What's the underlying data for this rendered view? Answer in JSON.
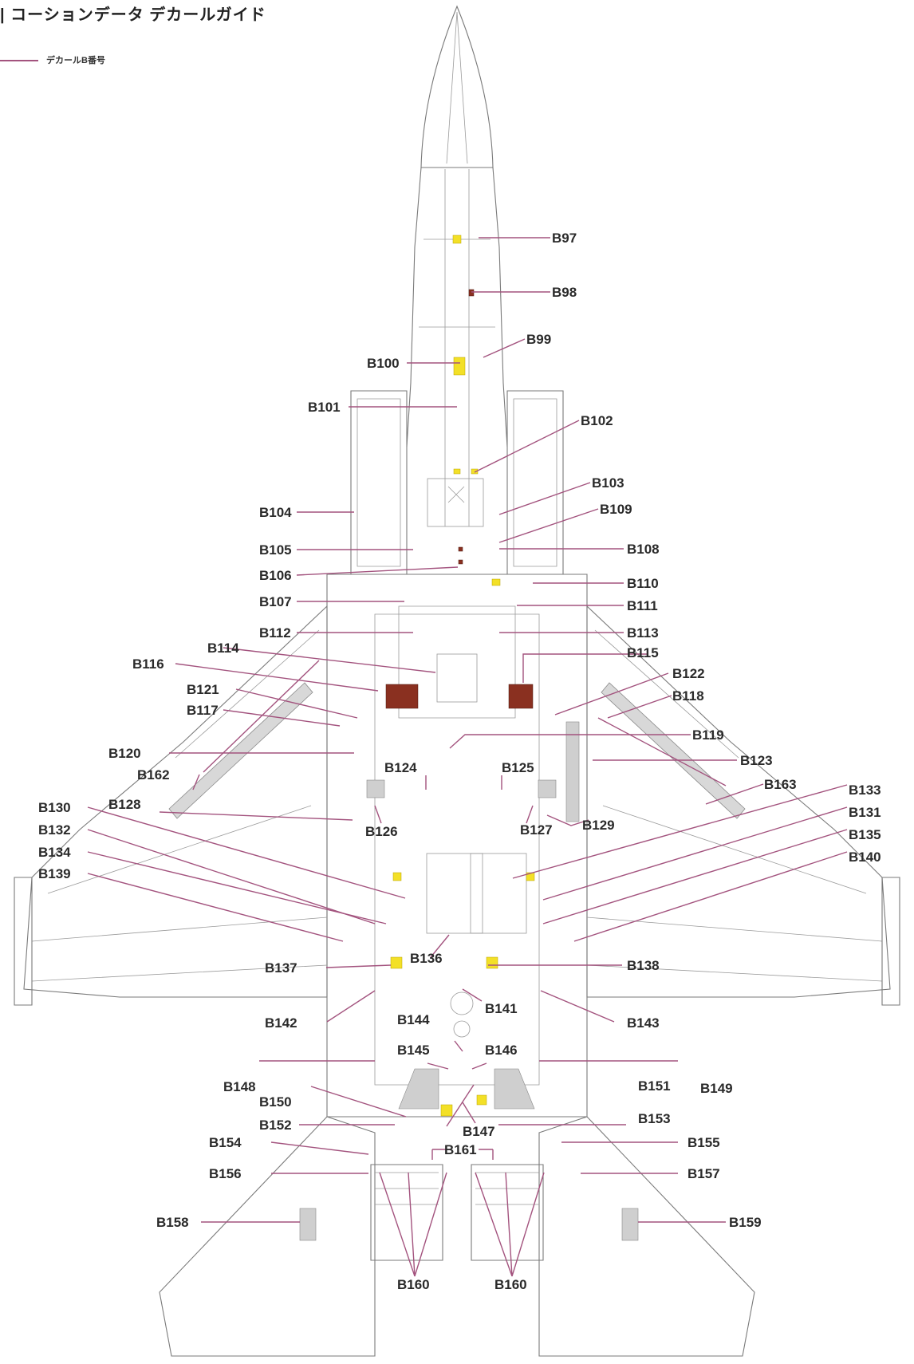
{
  "title": "| コーションデータ デカールガイド",
  "legend": {
    "label": "デカールB番号",
    "color": "#a3537e"
  },
  "callouts": [
    {
      "id": "B97",
      "label": "B97"
    },
    {
      "id": "B98",
      "label": "B98"
    },
    {
      "id": "B99",
      "label": "B99"
    },
    {
      "id": "B100",
      "label": "B100"
    },
    {
      "id": "B101",
      "label": "B101"
    },
    {
      "id": "B102",
      "label": "B102"
    },
    {
      "id": "B103",
      "label": "B103"
    },
    {
      "id": "B104",
      "label": "B104"
    },
    {
      "id": "B105",
      "label": "B105"
    },
    {
      "id": "B106",
      "label": "B106"
    },
    {
      "id": "B107",
      "label": "B107"
    },
    {
      "id": "B108",
      "label": "B108"
    },
    {
      "id": "B109",
      "label": "B109"
    },
    {
      "id": "B110",
      "label": "B110"
    },
    {
      "id": "B111",
      "label": "B111"
    },
    {
      "id": "B112",
      "label": "B112"
    },
    {
      "id": "B113",
      "label": "B113"
    },
    {
      "id": "B114",
      "label": "B114"
    },
    {
      "id": "B115",
      "label": "B115"
    },
    {
      "id": "B116",
      "label": "B116"
    },
    {
      "id": "B117",
      "label": "B117"
    },
    {
      "id": "B118",
      "label": "B118"
    },
    {
      "id": "B119",
      "label": "B119"
    },
    {
      "id": "B120",
      "label": "B120"
    },
    {
      "id": "B121",
      "label": "B121"
    },
    {
      "id": "B122",
      "label": "B122"
    },
    {
      "id": "B123",
      "label": "B123"
    },
    {
      "id": "B124",
      "label": "B124"
    },
    {
      "id": "B125",
      "label": "B125"
    },
    {
      "id": "B126",
      "label": "B126"
    },
    {
      "id": "B127",
      "label": "B127"
    },
    {
      "id": "B128",
      "label": "B128"
    },
    {
      "id": "B129",
      "label": "B129"
    },
    {
      "id": "B130",
      "label": "B130"
    },
    {
      "id": "B131",
      "label": "B131"
    },
    {
      "id": "B132",
      "label": "B132"
    },
    {
      "id": "B133",
      "label": "B133"
    },
    {
      "id": "B134",
      "label": "B134"
    },
    {
      "id": "B135",
      "label": "B135"
    },
    {
      "id": "B136",
      "label": "B136"
    },
    {
      "id": "B137",
      "label": "B137"
    },
    {
      "id": "B138",
      "label": "B138"
    },
    {
      "id": "B139",
      "label": "B139"
    },
    {
      "id": "B140",
      "label": "B140"
    },
    {
      "id": "B141",
      "label": "B141"
    },
    {
      "id": "B142",
      "label": "B142"
    },
    {
      "id": "B143",
      "label": "B143"
    },
    {
      "id": "B144",
      "label": "B144"
    },
    {
      "id": "B145",
      "label": "B145"
    },
    {
      "id": "B146",
      "label": "B146"
    },
    {
      "id": "B147",
      "label": "B147"
    },
    {
      "id": "B148",
      "label": "B148"
    },
    {
      "id": "B149",
      "label": "B149"
    },
    {
      "id": "B150",
      "label": "B150"
    },
    {
      "id": "B151",
      "label": "B151"
    },
    {
      "id": "B152",
      "label": "B152"
    },
    {
      "id": "B153",
      "label": "B153"
    },
    {
      "id": "B154",
      "label": "B154"
    },
    {
      "id": "B155",
      "label": "B155"
    },
    {
      "id": "B156",
      "label": "B156"
    },
    {
      "id": "B157",
      "label": "B157"
    },
    {
      "id": "B158",
      "label": "B158"
    },
    {
      "id": "B159",
      "label": "B159"
    },
    {
      "id": "B160a",
      "label": "B160"
    },
    {
      "id": "B160b",
      "label": "B160"
    },
    {
      "id": "B161",
      "label": "B161"
    },
    {
      "id": "B162",
      "label": "B162"
    },
    {
      "id": "B163",
      "label": "B163"
    }
  ]
}
